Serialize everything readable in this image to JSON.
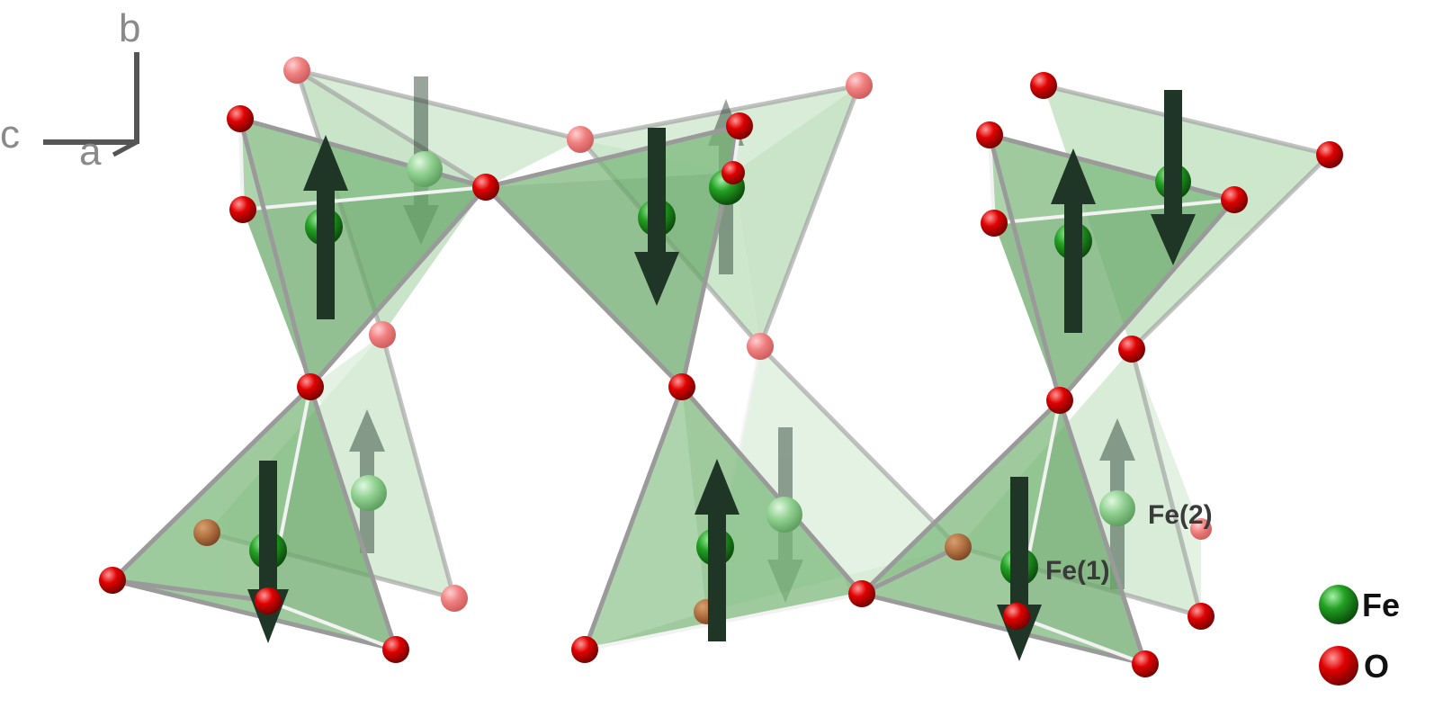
{
  "axes": {
    "a": "a",
    "b": "b",
    "c": "c"
  },
  "atom_labels": {
    "fe1": "Fe(1)",
    "fe2": "Fe(2)"
  },
  "legend": [
    {
      "element": "Fe",
      "label": "Fe",
      "color": "#22a022"
    },
    {
      "element": "O",
      "label": "O",
      "color": "#dd0000"
    }
  ],
  "colors": {
    "polyhedron_front": "#79b779",
    "polyhedron_back": "#b9ddb9",
    "spin_arrow": "#1f3526",
    "fe_atom": "#22a022",
    "o_atom": "#dd0000"
  }
}
